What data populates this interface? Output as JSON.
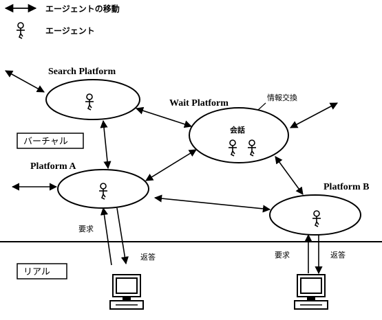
{
  "legend": {
    "move_label": "エージェントの移動",
    "agent_label": "エージェント"
  },
  "platforms": {
    "search": "Search Platform",
    "wait": "Wait Platform",
    "a": "Platform A",
    "b": "Platform B"
  },
  "annotations": {
    "info_exchange": "情報交換",
    "conversation": "会話"
  },
  "zones": {
    "virtual": "バーチャル",
    "real": "リアル"
  },
  "requests": {
    "left_request": "要求",
    "left_response": "返答",
    "right_request": "要求",
    "right_response": "返答"
  }
}
